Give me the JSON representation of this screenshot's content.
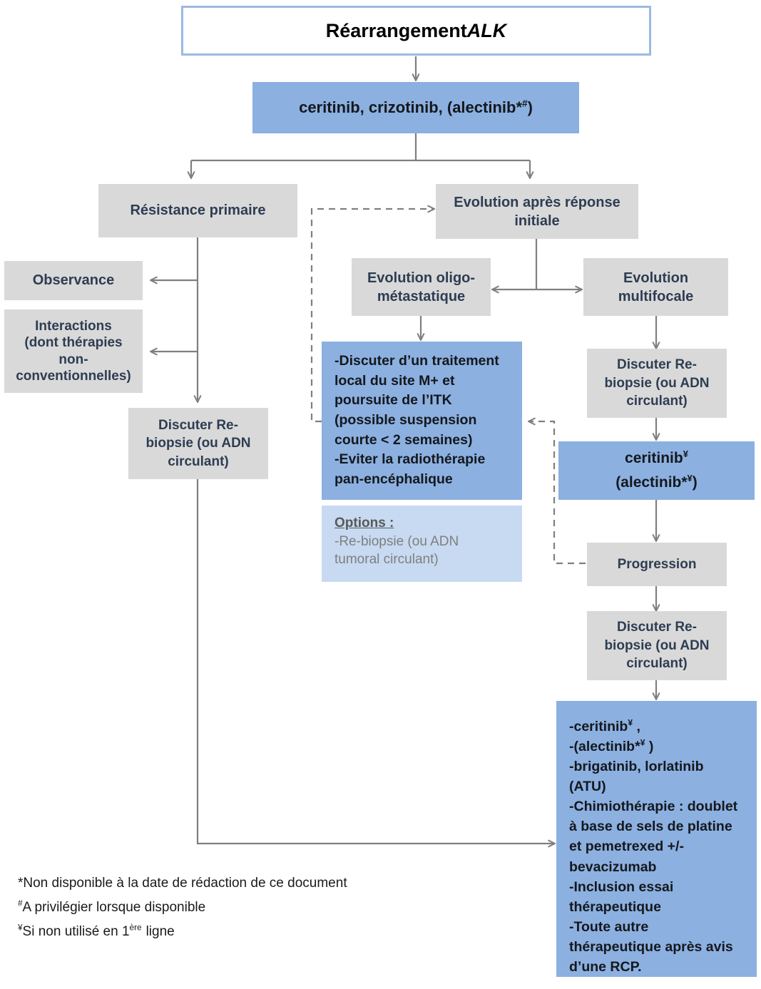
{
  "diagram": {
    "title": "Réarrangement ALK",
    "title_plain": "Réarrangement ",
    "title_italic": "ALK",
    "colors": {
      "blue": "#8cb0e0",
      "light_blue": "#c7daf1",
      "gray": "#d9d9d9",
      "border_blue": "#9cb9e3",
      "arrow_gray": "#7f7f7f",
      "gray_text": "#2e3d52"
    },
    "nodes": {
      "first_line_treatment": {
        "text": "ceritinib, crizotinib, (alectinib*",
        "sup": "#",
        "tail": ")",
        "type": "blue"
      },
      "primary_resistance": {
        "text": "Résistance primaire",
        "type": "gray"
      },
      "observance": {
        "text": "Observance",
        "type": "gray"
      },
      "interactions_line1": "Interactions",
      "interactions_line2": "(dont thérapies",
      "interactions_line3": "non-",
      "interactions_line4": "conventionnelles)",
      "rebiopsy_left": {
        "line1": "Discuter Re-",
        "line2": "biopsie (ou ADN",
        "line3": "circulant)",
        "type": "gray"
      },
      "evolution_after_response": {
        "line1": "Evolution après réponse",
        "line2": "initiale",
        "type": "gray"
      },
      "oligo_metastatic": {
        "line1": "Evolution oligo-",
        "line2": "métastatique",
        "type": "gray"
      },
      "multifocal": {
        "line1": "Evolution",
        "line2": "multifocale",
        "type": "gray"
      },
      "local_treatment": {
        "lines": [
          "-Discuter d’un traitement",
          "local du site M+ et",
          "poursuite de l’ITK",
          "(possible suspension",
          "courte < 2 semaines)",
          "-Eviter la radiothérapie",
          "pan-encéphalique"
        ],
        "type": "blue"
      },
      "options_box": {
        "title": "Options :",
        "lines": [
          "-Re-biopsie (ou ADN",
          "tumoral circulant)"
        ],
        "type": "light-blue"
      },
      "rebiopsy_middle": {
        "line1": "Discuter Re-",
        "line2": "biopsie (ou ADN",
        "line3": "circulant)",
        "type": "gray"
      },
      "second_line_treatment": {
        "line1_text": "ceritinib",
        "line1_sup": "¥",
        "line2_text": "(alectinib*",
        "line2_sup": "¥",
        "line2_tail": ")",
        "type": "blue"
      },
      "progression": {
        "text": "Progression",
        "type": "gray"
      },
      "rebiopsy_right": {
        "line1": "Discuter Re-",
        "line2": "biopsie (ou ADN",
        "line3": "circulant)",
        "type": "gray"
      },
      "later_line_options": {
        "line_a_text": "-ceritinib",
        "line_a_sup": "¥",
        "line_a_tail": " ,",
        "line_b_text": "-(alectinib*",
        "line_b_sup": "¥",
        "line_b_tail": " )",
        "lines": [
          "-brigatinib, lorlatinib",
          "(ATU)",
          "-Chimiothérapie : doublet",
          "à base de sels de platine",
          "et pemetrexed +/-",
          "bevacizumab",
          "-Inclusion essai",
          "thérapeutique",
          "-Toute autre",
          "thérapeutique après avis",
          "d’une RCP."
        ],
        "type": "blue"
      }
    },
    "footnotes": {
      "star": "*Non disponible à la date de rédaction de ce document",
      "hash_sup": "#",
      "hash": "A privilégier lorsque disponible",
      "yen_sup": "¥",
      "yen_pre": "Si non utilisé en 1",
      "yen_sup2": "ère",
      "yen_post": "ligne"
    }
  }
}
